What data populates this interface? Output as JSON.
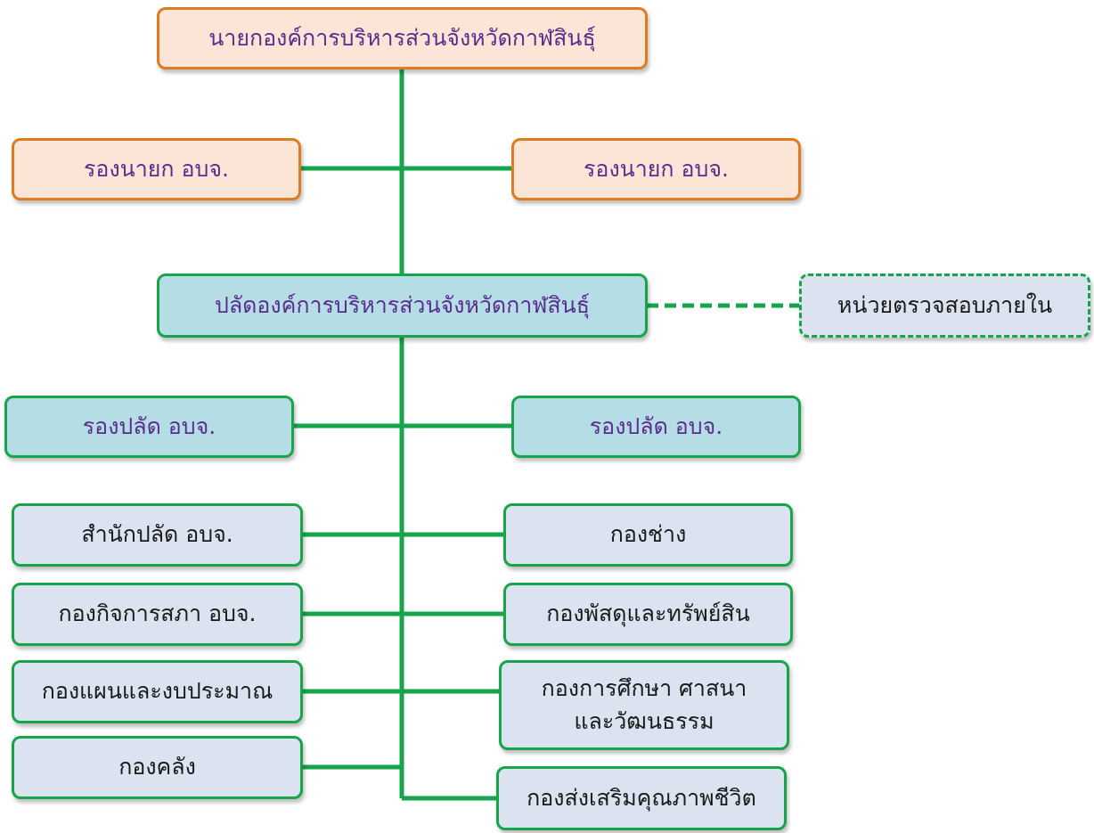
{
  "colors": {
    "connector": "#16a54a",
    "executive_fill": "#fbe5d6",
    "executive_border": "#e07b20",
    "executive_text": "#5b2d8e",
    "admin_fill": "#b4dde6",
    "division_fill": "#dbe3f0",
    "division_border": "#16a54a"
  },
  "chairman": "นายกองค์การบริหารส่วนจังหวัดกาฬสินธุ์",
  "vice_chairmen": [
    "รองนายก อบจ.",
    "รองนายก อบจ."
  ],
  "permanent_secretary": "ปลัดองค์การบริหารส่วนจังหวัดกาฬสินธุ์",
  "internal_audit": "หน่วยตรวจสอบภายใน",
  "deputy_secretaries": [
    "รองปลัด อบจ.",
    "รองปลัด อบจ."
  ],
  "divisions_left": [
    "สำนักปลัด อบจ.",
    "กองกิจการสภา อบจ.",
    "กองแผนและงบประมาณ",
    "กองคลัง"
  ],
  "divisions_right": [
    "กองช่าง",
    "กองพัสดุและทรัพย์สิน",
    "กองการศึกษา ศาสนาและวัฒนธรรม",
    "กองส่งเสริมคุณภาพชีวิต"
  ]
}
